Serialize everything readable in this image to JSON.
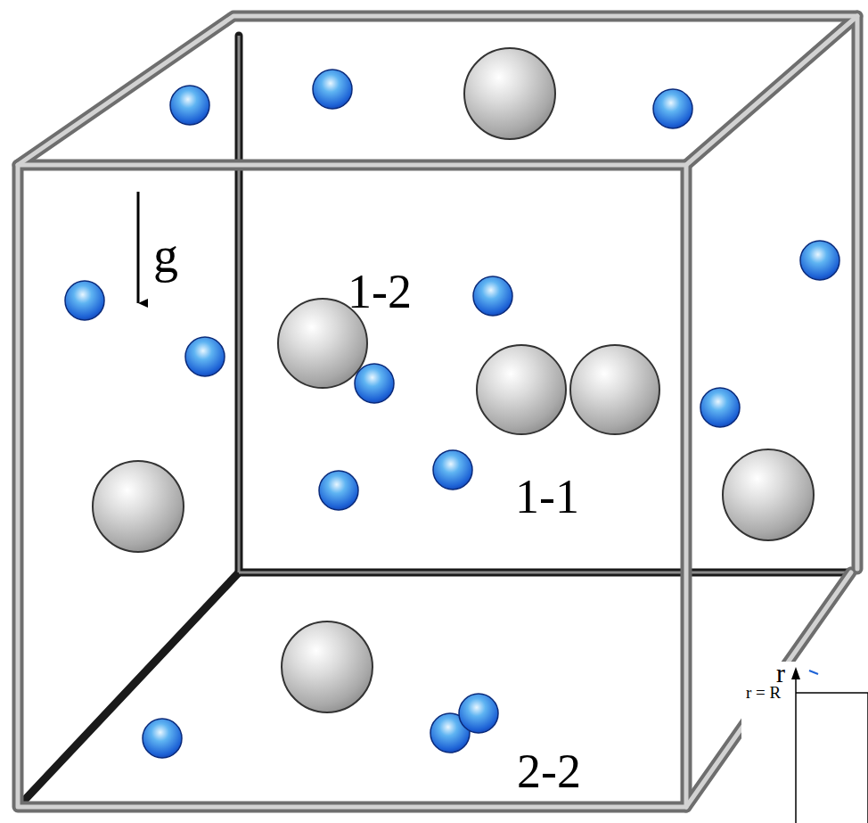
{
  "diagram": {
    "labels": [
      "g",
      "1-2",
      "1-1",
      "2-2",
      "r",
      "r = R"
    ]
  }
}
